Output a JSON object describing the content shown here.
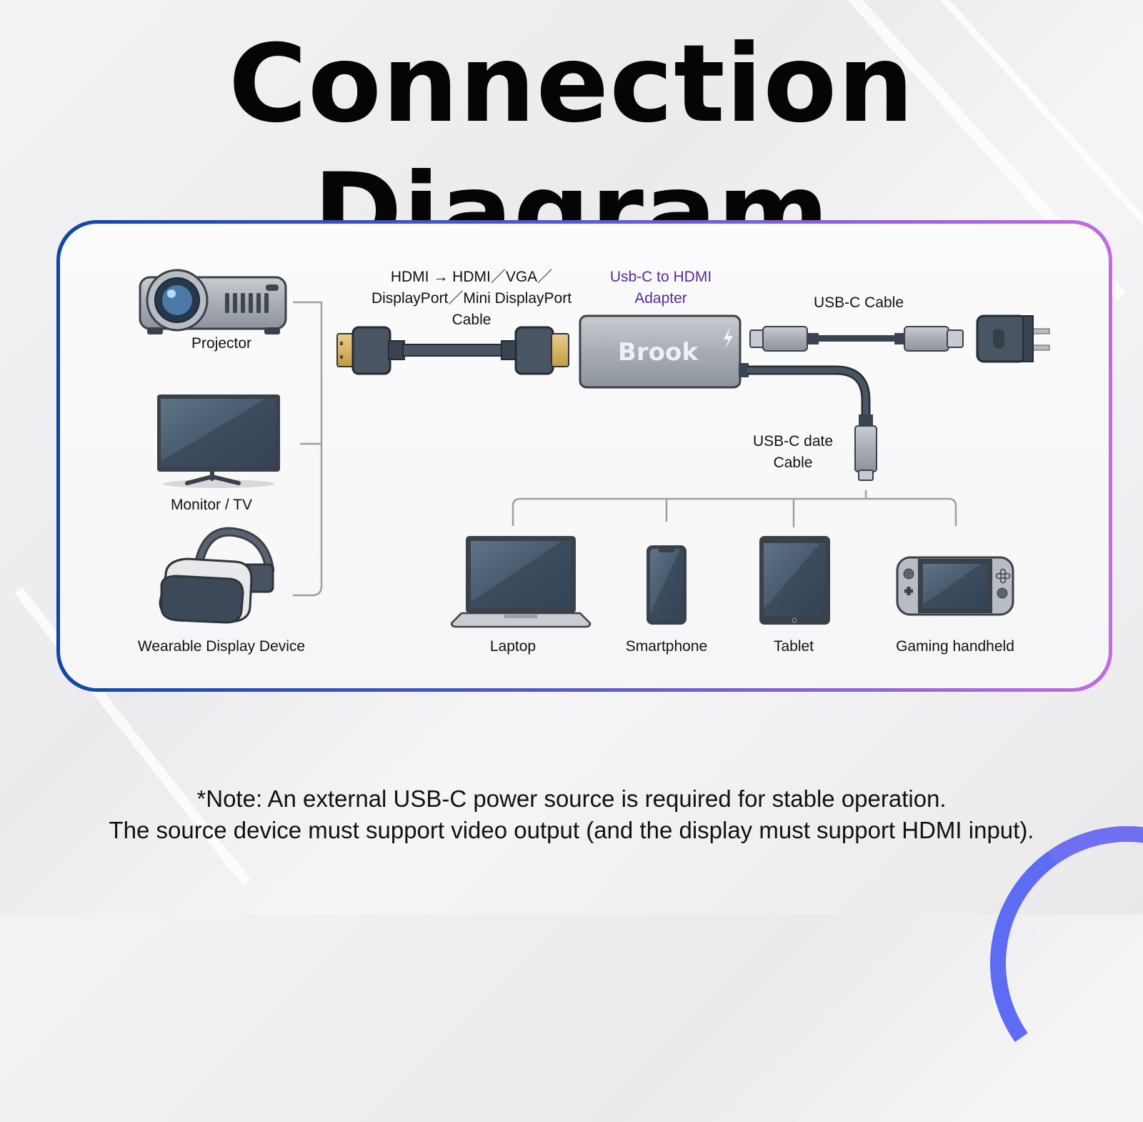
{
  "title": "Connection Diagram",
  "colors": {
    "frame_start": "#0d48a8",
    "frame_end": "#c46be0",
    "adapter_label": "#5b2a95"
  },
  "displays": [
    {
      "label": "Projector",
      "icon": "projector-icon"
    },
    {
      "label": "Monitor / TV",
      "icon": "monitor-icon"
    },
    {
      "label": "Wearable Display Device",
      "icon": "vr-headset-icon"
    }
  ],
  "hdmi_cable": {
    "label_line1": "HDMI → HDMI／VGA／",
    "label_line2": "DisplayPort／Mini DisplayPort",
    "label_line3": "Cable"
  },
  "adapter": {
    "label_line1": "Usb-C to HDMI",
    "label_line2": "Adapter",
    "brand": "Brook"
  },
  "power_cable": {
    "label": "USB-C Cable"
  },
  "data_cable": {
    "label_line1": "USB-C date",
    "label_line2": "Cable"
  },
  "sources": [
    {
      "label": "Laptop",
      "icon": "laptop-icon"
    },
    {
      "label": "Smartphone",
      "icon": "smartphone-icon"
    },
    {
      "label": "Tablet",
      "icon": "tablet-icon"
    },
    {
      "label": "Gaming handheld",
      "icon": "gaming-handheld-icon"
    }
  ],
  "note": {
    "line1": "*Note: An external USB-C power source is required for stable operation.",
    "line2": "The source device must support video output (and the display must support HDMI input)."
  }
}
